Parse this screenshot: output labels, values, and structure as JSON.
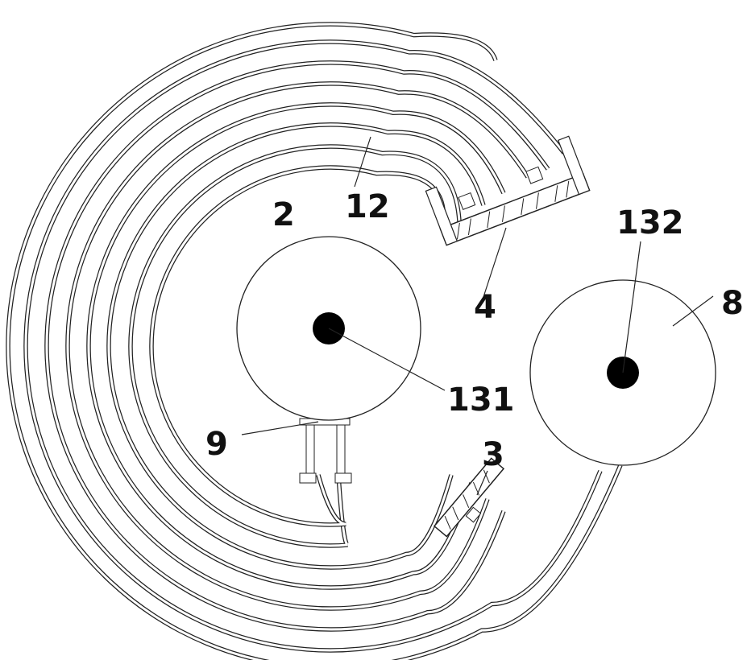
{
  "labels": {
    "l2": "2",
    "l12": "12",
    "l4": "4",
    "l132": "132",
    "l8": "8",
    "l131": "131",
    "l9": "9",
    "l3": "3"
  },
  "colors": {
    "line": "#222222",
    "dot": "#000000",
    "background": "#ffffff"
  }
}
